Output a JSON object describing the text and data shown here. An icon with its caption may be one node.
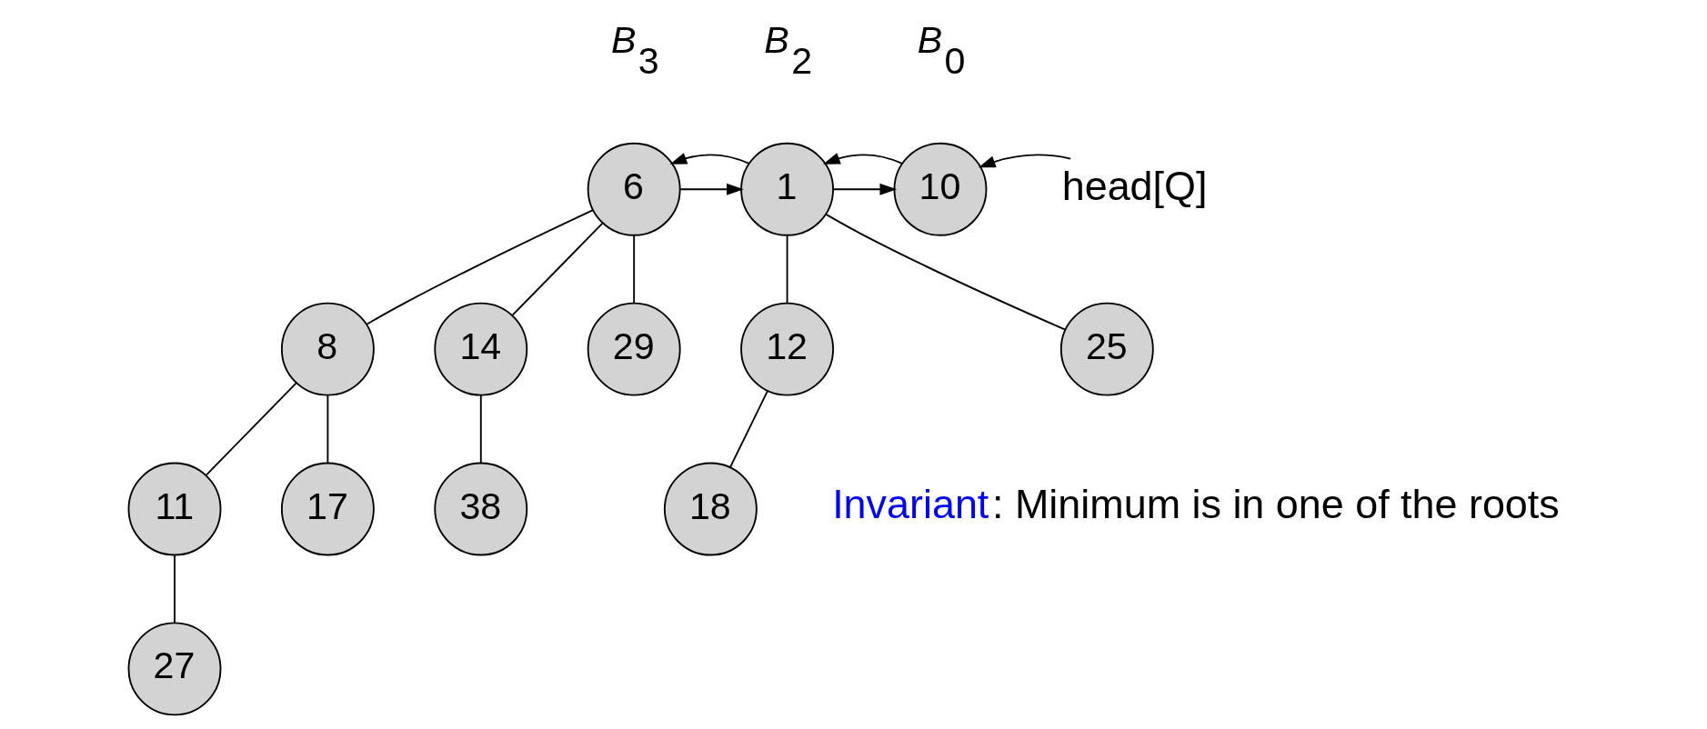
{
  "diagram": {
    "nodes": [
      {
        "text": [
          "6"
        ],
        "beside": [
          "*B*$_{3}$"
        ]
      },
      {
        "text": [
          "1"
        ],
        "beside": [
          "*B*$_{2}$"
        ]
      },
      {
        "text": [
          "10"
        ],
        "beside": [
          "*B*$_{0}$"
        ]
      },
      {
        "text": [
          "head[Q]"
        ]
      },
      {
        "text": [
          "8"
        ]
      },
      {
        "text": [
          "14"
        ]
      },
      {
        "text": [
          "29"
        ]
      },
      {
        "text": [
          "12"
        ]
      },
      {
        "text": [
          "25"
        ]
      },
      {
        "text": [
          "11"
        ]
      },
      {
        "text": [
          "17"
        ]
      },
      {
        "text": [
          "38"
        ]
      },
      {
        "text": [
          "18"
        ]
      },
      {
        "text": [
          "27"
        ]
      }
    ],
    "edges": [
      {
        "from": 0,
        "to": 1,
        "arrow": "to"
      },
      {
        "from": 1,
        "to": 0,
        "arrow": "to"
      },
      {
        "from": 1,
        "to": 2,
        "arrow": "to"
      },
      {
        "from": 2,
        "to": 1,
        "arrow": "to"
      },
      {
        "from": 3,
        "to": 2,
        "arrow": "to"
      },
      {
        "from": 0,
        "to": 4,
        "arrow": "none"
      },
      {
        "from": 0,
        "to": 5,
        "arrow": "none"
      },
      {
        "from": 0,
        "to": 6,
        "arrow": "none"
      },
      {
        "from": 1,
        "to": 7,
        "arrow": "none"
      },
      {
        "from": 1,
        "to": 8,
        "arrow": "none"
      },
      {
        "from": 4,
        "to": 9,
        "arrow": "none"
      },
      {
        "from": 4,
        "to": 10,
        "arrow": "none"
      },
      {
        "from": 5,
        "to": 11,
        "arrow": "none"
      },
      {
        "from": 7,
        "to": 12,
        "arrow": "none"
      },
      {
        "from": 9,
        "to": 13,
        "arrow": "none"
      }
    ],
    "labels": [
      "Invariant",
      ": Minimum is in one of the roots"
    ]
  }
}
